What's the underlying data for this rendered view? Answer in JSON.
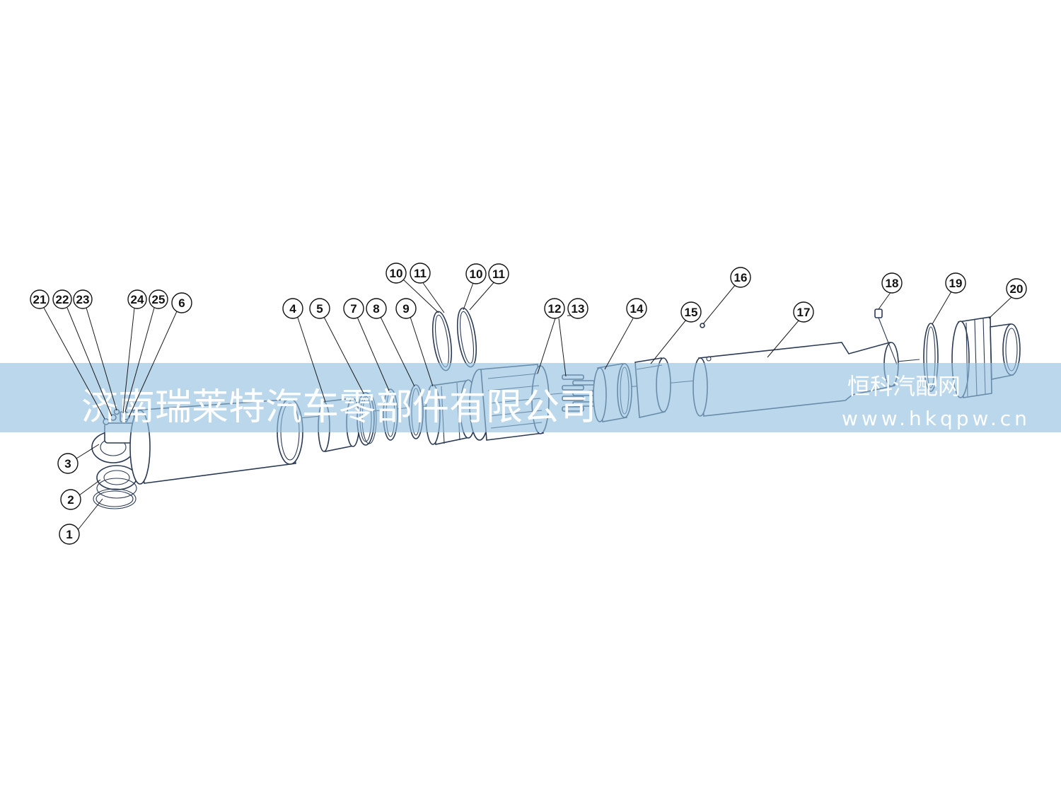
{
  "callouts": [
    {
      "label": "1"
    },
    {
      "label": "2"
    },
    {
      "label": "3"
    },
    {
      "label": "4"
    },
    {
      "label": "5"
    },
    {
      "label": "6"
    },
    {
      "label": "7"
    },
    {
      "label": "8"
    },
    {
      "label": "9"
    },
    {
      "label": "10"
    },
    {
      "label": "11"
    },
    {
      "label": "10"
    },
    {
      "label": "11"
    },
    {
      "label": "12"
    },
    {
      "label": "13"
    },
    {
      "label": "14"
    },
    {
      "label": "15"
    },
    {
      "label": "16"
    },
    {
      "label": "17"
    },
    {
      "label": "18"
    },
    {
      "label": "19"
    },
    {
      "label": "20"
    },
    {
      "label": "21"
    },
    {
      "label": "22"
    },
    {
      "label": "23"
    },
    {
      "label": "24"
    },
    {
      "label": "25"
    }
  ],
  "watermark": {
    "company": "济南瑞莱特汽车零部件有限公司",
    "brand": "恒科汽配网",
    "url": "www.hkqpw.cn"
  },
  "colors": {
    "band": "#8fbfdf",
    "line": "#2a3a55"
  }
}
